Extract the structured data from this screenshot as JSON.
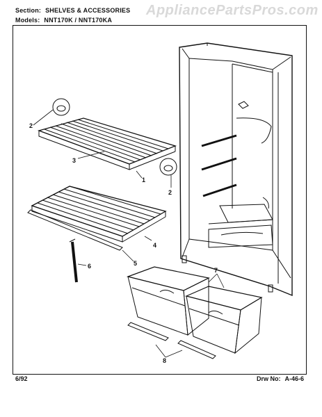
{
  "header": {
    "section_label": "Section:",
    "section_value": "SHELVES & ACCESSORIES",
    "models_label": "Models:",
    "models_value": "NNT170K / NNT170KA"
  },
  "watermark": "AppliancePartsPros.com",
  "callouts": {
    "c1": "1",
    "c2a": "2",
    "c2b": "2",
    "c3": "3",
    "c4": "4",
    "c5": "5",
    "c6": "6",
    "c7": "7",
    "c8": "8"
  },
  "footer": {
    "date": "6/92",
    "drw_label": "Drw No:",
    "drw_value": "A-46-6"
  }
}
